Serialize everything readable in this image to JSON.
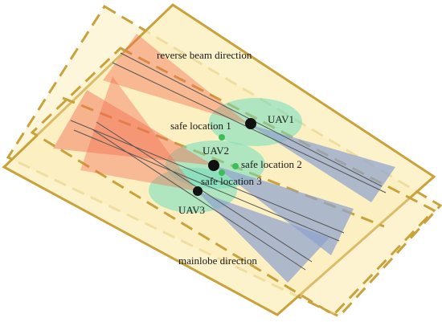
{
  "labels": {
    "reverse_beam": "reverse beam direction",
    "uav1": "UAV1",
    "uav2": "UAV2",
    "uav3": "UAV3",
    "safe1": "safe location 1",
    "safe2": "safe location 2",
    "safe3": "safe location 3",
    "mainlobe": "mainlobe direction"
  },
  "colors": {
    "plane_fill": "#fbeebc",
    "plane_stroke": "#c9a23c",
    "reverse_beam": "#f26b50",
    "mainlobe_beam": "#8fa2cf",
    "coverage": "#6fdcbe",
    "uav": "#111111",
    "safe_point": "#3dbd5c"
  }
}
